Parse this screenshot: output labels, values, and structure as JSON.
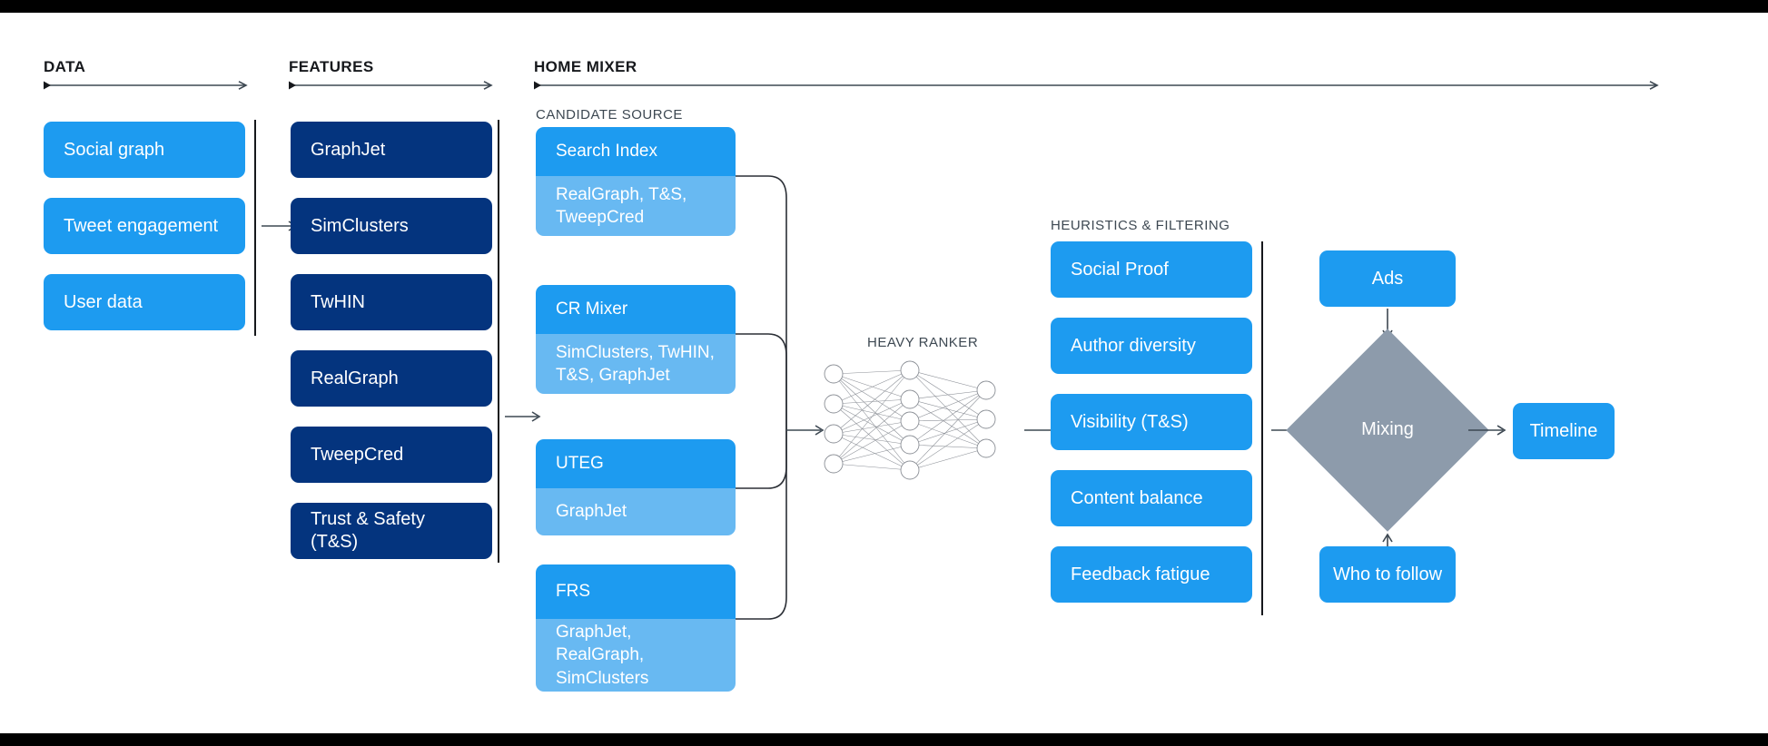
{
  "colors": {
    "accent_light_blue": "#1d9bf0",
    "accent_pale_blue": "#68b9f2",
    "accent_navy": "#04347e",
    "mixing_gray": "#8d9bab",
    "rule": "#16181c",
    "subhead_text": "#3d4852",
    "letterbox": "#000000",
    "canvas": "#ffffff"
  },
  "stages": {
    "data": {
      "title": "DATA"
    },
    "features": {
      "title": "FEATURES"
    },
    "home_mixer": {
      "title": "HOME MIXER"
    }
  },
  "subheads": {
    "candidate_source": "CANDIDATE SOURCE",
    "heavy_ranker": "HEAVY RANKER",
    "heuristics": "HEURISTICS & FILTERING"
  },
  "data_column": {
    "items": [
      {
        "label": "Social graph"
      },
      {
        "label": "Tweet engagement"
      },
      {
        "label": "User data"
      }
    ]
  },
  "features_column": {
    "items": [
      {
        "label": "GraphJet"
      },
      {
        "label": "SimClusters"
      },
      {
        "label": "TwHIN"
      },
      {
        "label": "RealGraph"
      },
      {
        "label": "TweepCred"
      },
      {
        "label": "Trust & Safety (T&S)"
      }
    ]
  },
  "candidate_sources": {
    "items": [
      {
        "title": "Search Index",
        "features": "RealGraph, T&S, TweepCred"
      },
      {
        "title": "CR Mixer",
        "features": "SimClusters, TwHIN, T&S, GraphJet"
      },
      {
        "title": "UTEG",
        "features": "GraphJet"
      },
      {
        "title": "FRS",
        "features": "GraphJet, RealGraph, SimClusters"
      }
    ]
  },
  "heavy_ranker": {
    "label": "HEAVY RANKER",
    "layers": [
      4,
      5,
      3
    ]
  },
  "heuristics_column": {
    "items": [
      {
        "label": "Social Proof"
      },
      {
        "label": "Author diversity"
      },
      {
        "label": "Visibility (T&S)"
      },
      {
        "label": "Content balance"
      },
      {
        "label": "Feedback fatigue"
      }
    ]
  },
  "output_stage": {
    "ads": "Ads",
    "mixing": "Mixing",
    "who_to_follow": "Who to follow",
    "timeline": "Timeline"
  }
}
